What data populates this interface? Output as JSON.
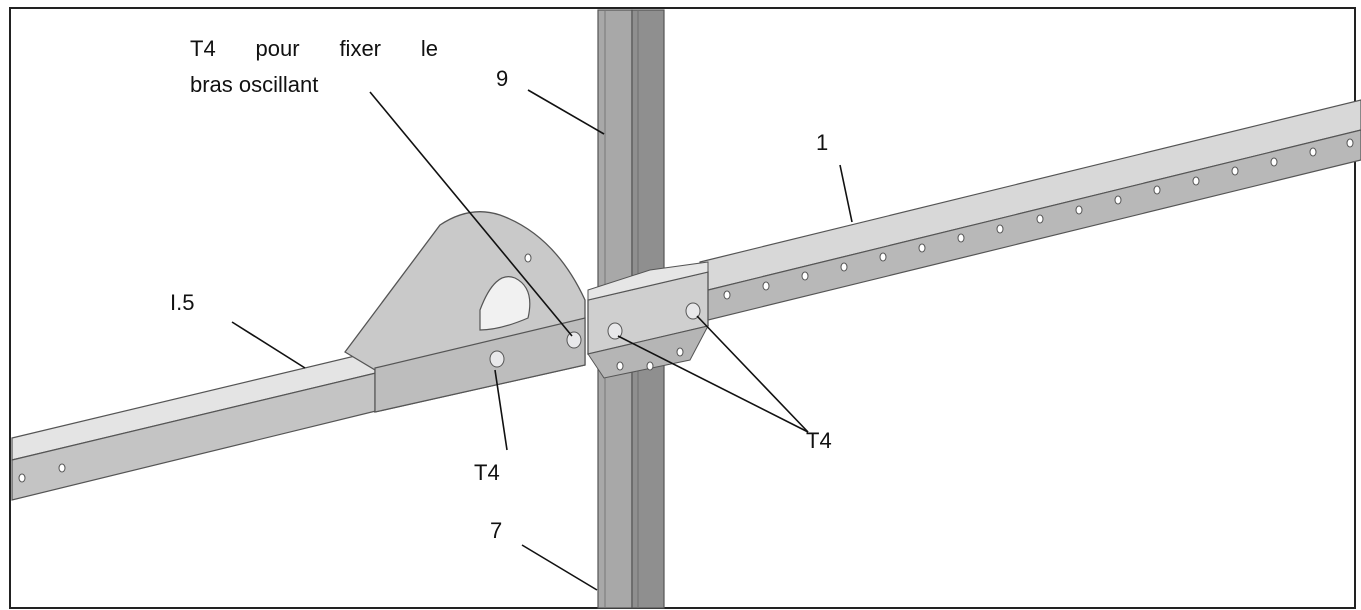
{
  "labels": {
    "callout_swing_arm_line1": "T4 pour fixer le",
    "callout_swing_arm_line2": "bras oscillant",
    "part_9": "9",
    "part_1": "1",
    "part_i5": "I.5",
    "part_t4_left": "T4",
    "part_t4_right": "T4",
    "part_7": "7"
  },
  "colors": {
    "metal_light": "#dcdcdc",
    "metal_mid": "#b9b9b9",
    "metal_dark": "#8e8e8e",
    "outline": "#555555",
    "leader": "#111111",
    "border": "#222222"
  }
}
